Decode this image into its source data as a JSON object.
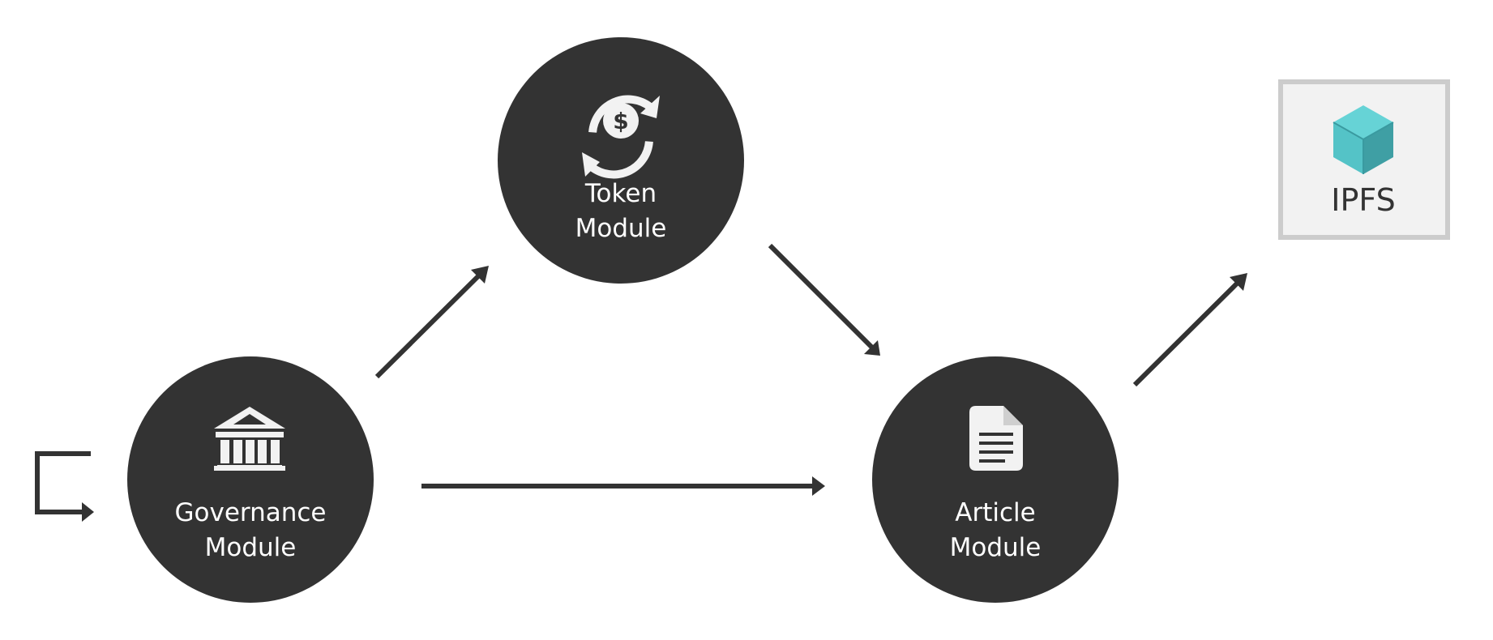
{
  "nodes": {
    "token": {
      "line1": "Token",
      "line2": "Module",
      "icon": "currency-exchange-icon"
    },
    "governance": {
      "line1": "Governance",
      "line2": "Module",
      "icon": "bank-icon"
    },
    "article": {
      "line1": "Article",
      "line2": "Module",
      "icon": "document-icon"
    },
    "ipfs": {
      "label": "IPFS",
      "icon": "cube-icon"
    }
  },
  "edges": [
    {
      "from": "governance",
      "to": "token"
    },
    {
      "from": "token",
      "to": "article"
    },
    {
      "from": "governance",
      "to": "article"
    },
    {
      "from": "article",
      "to": "ipfs"
    },
    {
      "from": "external",
      "to": "governance"
    }
  ],
  "colors": {
    "node_fill": "#333333",
    "icon": "#f2f2f2",
    "arrow": "#333333",
    "ipfs_box_fill": "#f2f2f2",
    "ipfs_box_border": "#cccccc",
    "cube_light": "#5ccfd3",
    "cube_mid": "#46b5ba",
    "cube_dark": "#3a9aa0"
  }
}
